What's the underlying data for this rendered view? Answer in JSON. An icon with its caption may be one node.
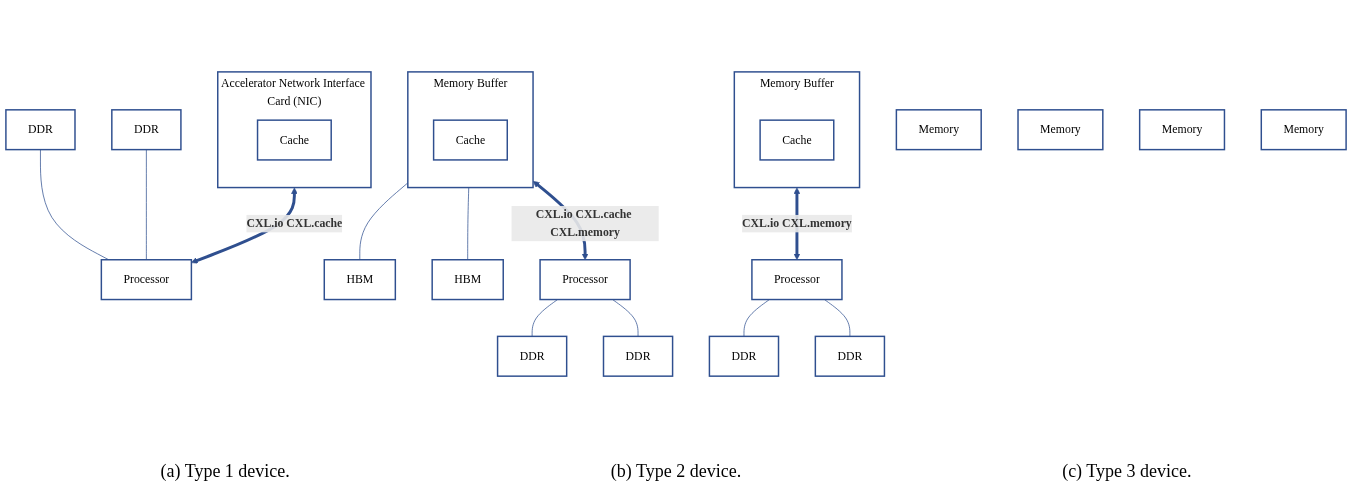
{
  "diagram": {
    "nodes": [
      {
        "text": [
          "Accelerator Network Interface Card (NIC)"
        ]
      },
      {
        "text": [
          "Cache"
        ],
        "in": 0
      },
      {
        "text": [
          "Processor"
        ]
      },
      {
        "text": [
          "DDR"
        ]
      },
      {
        "text": [
          "DDR"
        ]
      },
      {
        "text": [
          "Memory Buffer"
        ]
      },
      {
        "text": [
          "Cache"
        ],
        "in": 5
      },
      {
        "text": [
          "HBM"
        ]
      },
      {
        "text": [
          "HBM"
        ]
      },
      {
        "text": [
          "Processor"
        ]
      },
      {
        "text": [
          "DDR"
        ]
      },
      {
        "text": [
          "DDR"
        ]
      },
      {
        "text": [
          "Memory"
        ]
      },
      {
        "text": [
          "Memory"
        ]
      },
      {
        "text": [
          "Memory Buffer"
        ]
      },
      {
        "text": [
          "Cache"
        ],
        "in": 14
      },
      {
        "text": [
          "Memory"
        ]
      },
      {
        "text": [
          "Memory"
        ]
      },
      {
        "text": [
          "Processor"
        ]
      },
      {
        "text": [
          "DDR"
        ]
      },
      {
        "text": [
          "DDR"
        ]
      }
    ],
    "edges": [
      {
        "from": 0,
        "to": 2,
        "arrow": "both",
        "style": "thick",
        "label": "CXL.io CXL.cache"
      },
      {
        "from": 3,
        "to": 2,
        "arrow": "none"
      },
      {
        "from": 4,
        "to": 2,
        "arrow": "none"
      },
      {
        "from": 5,
        "to": 7,
        "arrow": "none"
      },
      {
        "from": 5,
        "to": 8,
        "arrow": "none"
      },
      {
        "from": 5,
        "to": 9,
        "arrow": "both",
        "style": "thick",
        "label": "CXL.io CXL.cache CXL.memory"
      },
      {
        "from": 9,
        "to": 10,
        "arrow": "none"
      },
      {
        "from": 9,
        "to": 11,
        "arrow": "none"
      },
      {
        "from": 14,
        "to": 18,
        "arrow": "both",
        "style": "thick",
        "label": "CXL.io CXL.memory"
      },
      {
        "from": 18,
        "to": 19,
        "arrow": "none"
      },
      {
        "from": 18,
        "to": 20,
        "arrow": "none"
      }
    ],
    "labels": [
      "(a) Type 1 device.",
      "(b) Type 2 device.",
      "(c) Type 3 device."
    ]
  }
}
